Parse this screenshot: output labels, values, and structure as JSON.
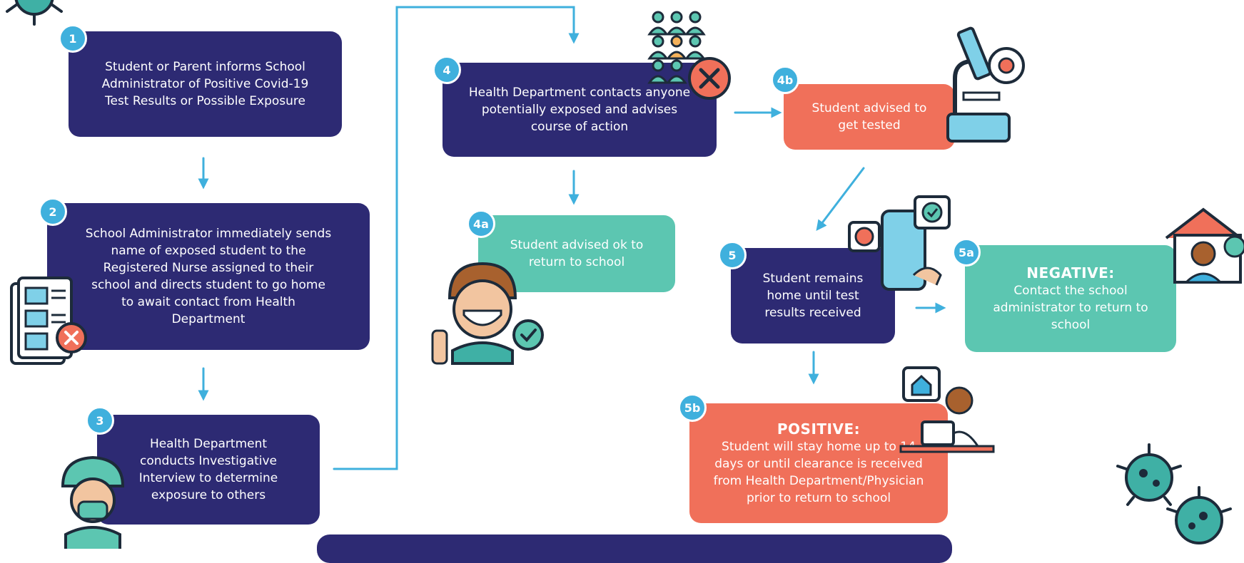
{
  "steps": {
    "s1": {
      "badge": "1",
      "text": "Student or Parent informs School Administrator of Positive Covid-19 Test Results or Possible Exposure"
    },
    "s2": {
      "badge": "2",
      "text": "School Administrator immediately sends name of exposed student to the Registered Nurse assigned to their school and directs student to go home to await contact from Health Department"
    },
    "s3": {
      "badge": "3",
      "text": "Health Department conducts Investigative Interview to determine exposure to others"
    },
    "s4": {
      "badge": "4",
      "text": "Health Department contacts anyone potentially exposed and advises course of action"
    },
    "s4a": {
      "badge": "4a",
      "text": "Student advised ok to return to school"
    },
    "s4b": {
      "badge": "4b",
      "text": "Student advised to get tested"
    },
    "s5": {
      "badge": "5",
      "text": "Student remains home until test results received"
    },
    "s5a": {
      "badge": "5a",
      "heading": "NEGATIVE:",
      "text": "Contact the school administrator to return to school"
    },
    "s5b": {
      "badge": "5b",
      "heading": "POSITIVE:",
      "text": "Student will stay home up to 14 days or until clearance is received from Health Department/Physician prior to return to school"
    }
  },
  "colors": {
    "navy": "#2d2a73",
    "teal": "#5cc6b1",
    "coral": "#f0705a",
    "connector": "#3fb0dd"
  },
  "icons": [
    "virus-icon",
    "newspaper-icon",
    "nurse-icon",
    "group-people-icon",
    "cancel-icon",
    "microscope-icon",
    "masked-student-icon",
    "check-icon",
    "phone-chat-icon",
    "house-doctor-icon",
    "doctor-desk-icon"
  ]
}
